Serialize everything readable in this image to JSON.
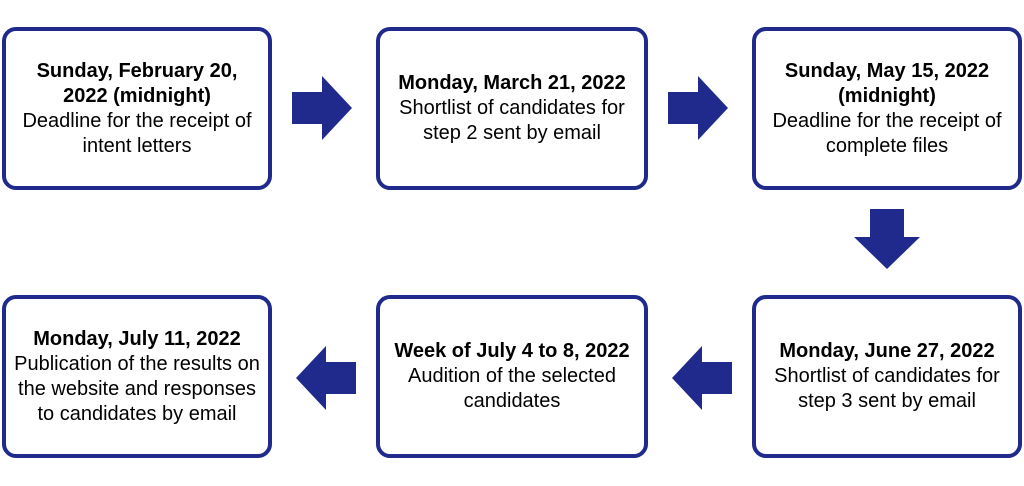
{
  "steps": [
    {
      "date": "Sunday, February 20, 2022 (midnight)",
      "description": "Deadline for the receipt of intent letters"
    },
    {
      "date": "Monday, March 21, 2022",
      "description": "Shortlist of candidates for step 2 sent by email"
    },
    {
      "date": "Sunday, May 15, 2022 (midnight)",
      "description": "Deadline for the receipt of complete files"
    },
    {
      "date": "Monday, June 27, 2022",
      "description": "Shortlist of candidates for step 3 sent by email"
    },
    {
      "date": "Week of July 4 to 8, 2022",
      "description": "Audition of the selected candidates"
    },
    {
      "date": "Monday, July 11, 2022",
      "description": "Publication of the results on the website and responses to candidates by email"
    }
  ],
  "colors": {
    "border": "#1f2a8c",
    "arrow": "#1f2a8c"
  },
  "arrows": [
    {
      "icon": "arrow-right-icon",
      "from": 1,
      "to": 2
    },
    {
      "icon": "arrow-right-icon",
      "from": 2,
      "to": 3
    },
    {
      "icon": "arrow-down-icon",
      "from": 3,
      "to": 4
    },
    {
      "icon": "arrow-left-icon",
      "from": 4,
      "to": 5
    },
    {
      "icon": "arrow-left-icon",
      "from": 5,
      "to": 6
    }
  ]
}
